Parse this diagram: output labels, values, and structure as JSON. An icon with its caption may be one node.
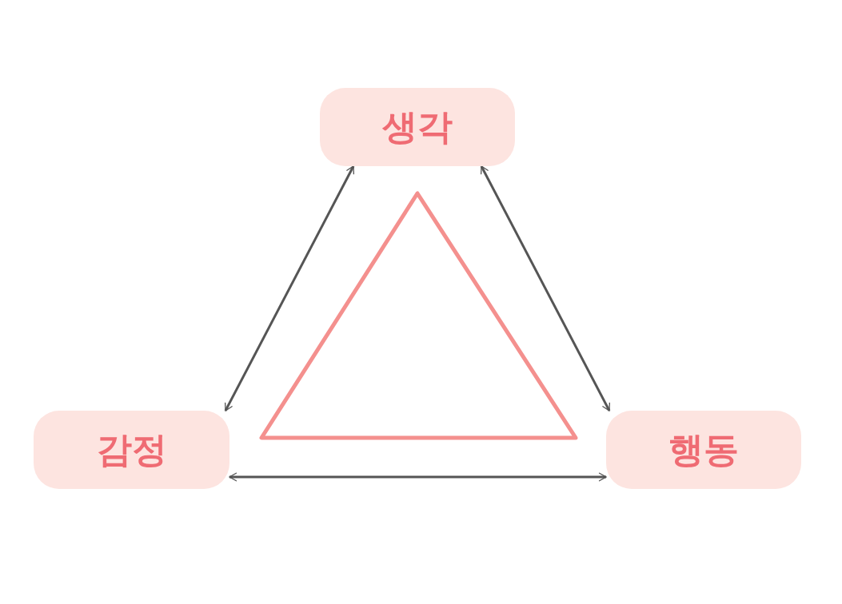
{
  "diagram": {
    "nodes": [
      {
        "text": [
          "생각"
        ]
      },
      {
        "text": [
          "감정"
        ]
      },
      {
        "text": [
          "행동"
        ]
      }
    ],
    "edges": [
      {
        "from": 1,
        "to": 0,
        "arrow": "both"
      },
      {
        "from": 0,
        "to": 2,
        "arrow": "both"
      },
      {
        "from": 1,
        "to": 2,
        "arrow": "both"
      }
    ]
  }
}
